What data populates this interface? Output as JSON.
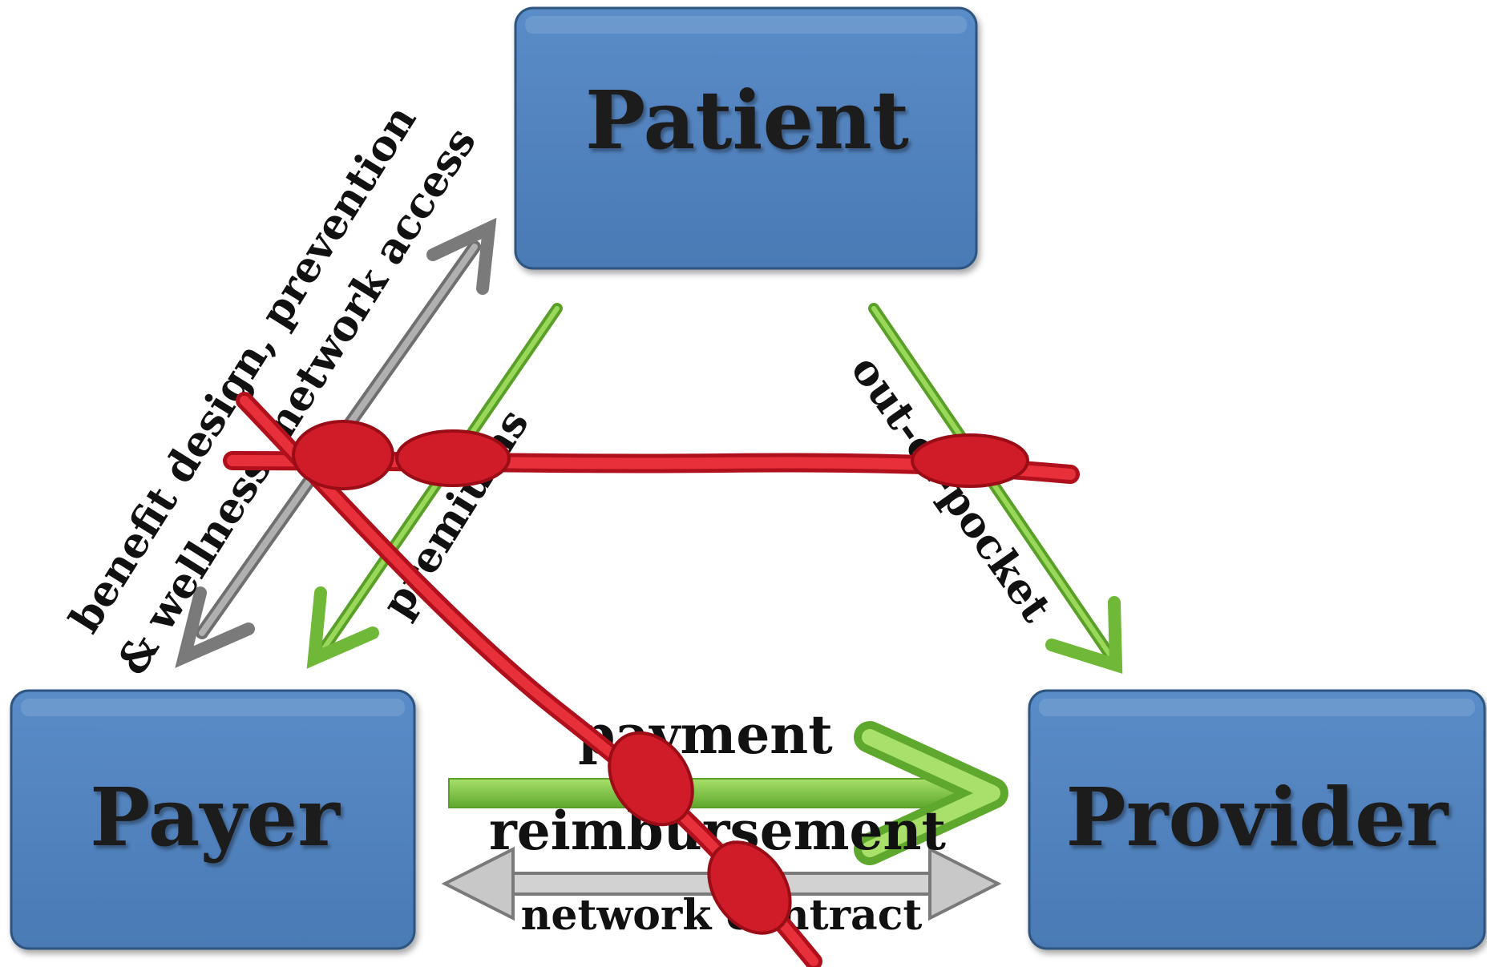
{
  "nodes": {
    "patient": {
      "label": "Patient"
    },
    "payer": {
      "label": "Payer"
    },
    "provider": {
      "label": "Provider"
    }
  },
  "edges": {
    "benefit_line1": "benefit design, prevention",
    "benefit_line2": "& wellness, network access",
    "premiums": "premiums",
    "out_of_pocket": "out-of-pocket",
    "payment": "payment",
    "reimbursement": "reimbursement",
    "network_contract": "network contract"
  },
  "colors": {
    "box_fill": "#4f81bd",
    "box_stroke": "#3a5f8c",
    "green_arrow": "#7dc243",
    "gray_arrow": "#8c8c8c",
    "red_rope": "#e0202e"
  }
}
